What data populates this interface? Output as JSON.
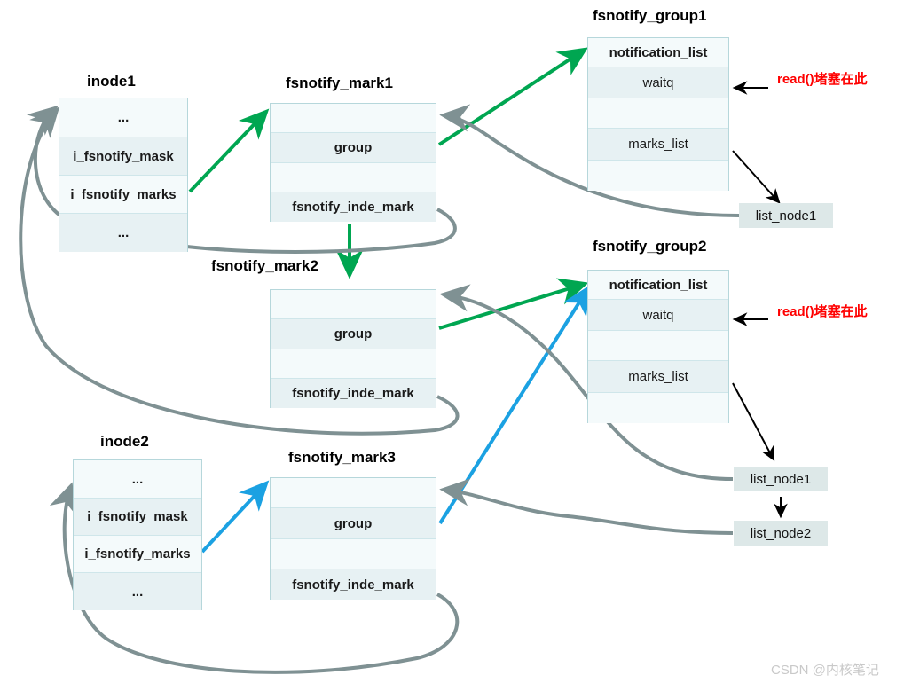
{
  "colors": {
    "green": "#00a651",
    "cyan": "#1ba1e2",
    "gray": "#7f9193",
    "black": "#000000",
    "red": "#ff0000",
    "box_border": "#b6d7db",
    "row_light": "#f4fafb",
    "row_alt": "#e7f1f3",
    "node_bg": "#dde8e8",
    "watermark": "#c9c9c9"
  },
  "structs": {
    "inode1": {
      "caption": "inode1",
      "rows": [
        "...",
        "i_fsnotify_mask",
        "i_fsnotify_marks",
        "..."
      ]
    },
    "inode2": {
      "caption": "inode2",
      "rows": [
        "...",
        "i_fsnotify_mask",
        "i_fsnotify_marks",
        "..."
      ]
    },
    "mark1": {
      "caption": "fsnotify_mark1",
      "rows": [
        "",
        "group",
        "",
        "fsnotify_inde_mark"
      ]
    },
    "mark2": {
      "caption": "fsnotify_mark2",
      "rows": [
        "",
        "group",
        "",
        "fsnotify_inde_mark"
      ]
    },
    "mark3": {
      "caption": "fsnotify_mark3",
      "rows": [
        "",
        "group",
        "",
        "fsnotify_inde_mark"
      ]
    },
    "group1": {
      "caption": "fsnotify_group1",
      "rows": [
        "notification_list",
        "waitq",
        "",
        "marks_list",
        ""
      ]
    },
    "group2": {
      "caption": "fsnotify_group2",
      "rows": [
        "notification_list",
        "waitq",
        "",
        "marks_list",
        ""
      ]
    }
  },
  "nodes": {
    "g1_list_node1": "list_node1",
    "g2_list_node1": "list_node1",
    "g2_list_node2": "list_node2"
  },
  "annotations": {
    "read_block_1": "read()堵塞在此",
    "read_block_2": "read()堵塞在此"
  },
  "watermark": "CSDN @内核笔记"
}
